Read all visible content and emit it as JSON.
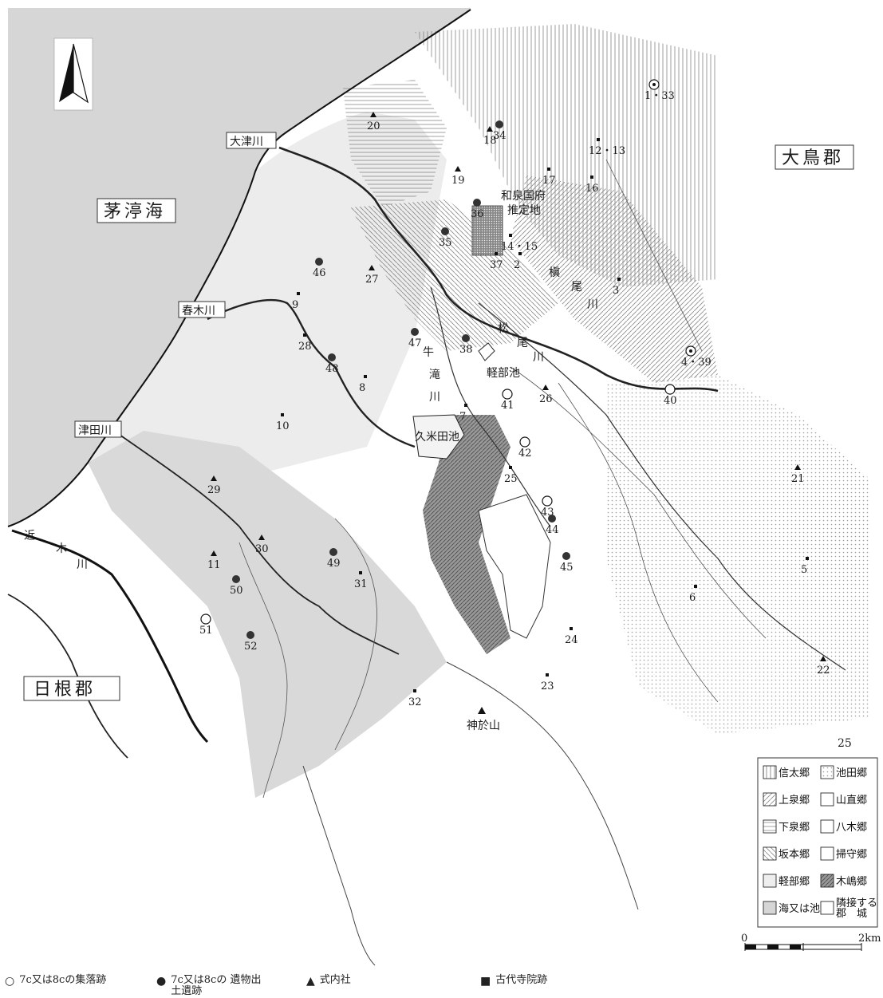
{
  "map": {
    "page_number": "25",
    "region_labels": {
      "sea": "茅渟海",
      "oshima": "大鳥郡",
      "hine": "日根郡"
    },
    "rivers": {
      "otsu": "大津川",
      "haruki": "春木川",
      "tsuda": "津田川",
      "kogi_1": "近",
      "kogi_2": "木",
      "kogi_3": "川",
      "makio_1": "槇",
      "makio_2": "尾",
      "makio_3": "川",
      "matsuo_1": "松",
      "matsuo_2": "尾",
      "matsuo_3": "川",
      "ushitaki_1": "牛",
      "ushitaki_2": "滝",
      "ushitaki_3": "川"
    },
    "places": {
      "kokufu_1": "和泉国府",
      "kokufu_2": "推定地",
      "karube_ike": "軽部池",
      "kumeda_ike": "久米田池",
      "kamioyama": "神於山"
    },
    "sites": [
      {
        "label": "1・33",
        "kind": "temple-circle"
      },
      {
        "label": "2",
        "kind": "dot"
      },
      {
        "label": "3",
        "kind": "dot"
      },
      {
        "label": "4・39",
        "kind": "temple-circle"
      },
      {
        "label": "5",
        "kind": "dot"
      },
      {
        "label": "6",
        "kind": "dot"
      },
      {
        "label": "7",
        "kind": "dot"
      },
      {
        "label": "8",
        "kind": "dot"
      },
      {
        "label": "9",
        "kind": "dot"
      },
      {
        "label": "10",
        "kind": "dot"
      },
      {
        "label": "11",
        "kind": "triangle"
      },
      {
        "label": "12・13",
        "kind": "dot"
      },
      {
        "label": "14・15",
        "kind": "dot"
      },
      {
        "label": "16",
        "kind": "dot"
      },
      {
        "label": "17",
        "kind": "dot"
      },
      {
        "label": "18",
        "kind": "triangle"
      },
      {
        "label": "19",
        "kind": "triangle"
      },
      {
        "label": "20",
        "kind": "triangle"
      },
      {
        "label": "21",
        "kind": "triangle"
      },
      {
        "label": "22",
        "kind": "triangle"
      },
      {
        "label": "23",
        "kind": "dot"
      },
      {
        "label": "24",
        "kind": "dot"
      },
      {
        "label": "25",
        "kind": "dot"
      },
      {
        "label": "26",
        "kind": "triangle"
      },
      {
        "label": "27",
        "kind": "triangle"
      },
      {
        "label": "28",
        "kind": "dot"
      },
      {
        "label": "29",
        "kind": "triangle"
      },
      {
        "label": "30",
        "kind": "triangle"
      },
      {
        "label": "31",
        "kind": "dot"
      },
      {
        "label": "32",
        "kind": "dot"
      },
      {
        "label": "34",
        "kind": "filled"
      },
      {
        "label": "35",
        "kind": "filled"
      },
      {
        "label": "36",
        "kind": "filled"
      },
      {
        "label": "37",
        "kind": "dot"
      },
      {
        "label": "38",
        "kind": "filled"
      },
      {
        "label": "40",
        "kind": "open"
      },
      {
        "label": "41",
        "kind": "open"
      },
      {
        "label": "42",
        "kind": "open"
      },
      {
        "label": "43",
        "kind": "open"
      },
      {
        "label": "44",
        "kind": "filled"
      },
      {
        "label": "45",
        "kind": "filled"
      },
      {
        "label": "46",
        "kind": "filled"
      },
      {
        "label": "47",
        "kind": "filled"
      },
      {
        "label": "48",
        "kind": "filled"
      },
      {
        "label": "49",
        "kind": "filled"
      },
      {
        "label": "50",
        "kind": "filled"
      },
      {
        "label": "51",
        "kind": "open"
      },
      {
        "label": "52",
        "kind": "filled"
      }
    ],
    "legend": [
      {
        "label": "信太郷",
        "pattern": "vertical"
      },
      {
        "label": "池田郷",
        "pattern": "dots"
      },
      {
        "label": "上泉郷",
        "pattern": "diag-right"
      },
      {
        "label": "山直郷",
        "pattern": "blank"
      },
      {
        "label": "下泉郷",
        "pattern": "horizontal"
      },
      {
        "label": "八木郷",
        "pattern": "blank"
      },
      {
        "label": "坂本郷",
        "pattern": "diag-left"
      },
      {
        "label": "掃守郷",
        "pattern": "blank"
      },
      {
        "label": "軽部郷",
        "pattern": "light"
      },
      {
        "label": "木嶋郷",
        "pattern": "dark"
      },
      {
        "label": "海又は池",
        "pattern": "sea"
      },
      {
        "label": "隣接する 郡　城",
        "pattern": "blank"
      }
    ],
    "scale": {
      "start": "0",
      "end": "2km"
    },
    "bottom_legend": [
      {
        "symbol": "○",
        "text": "7c又は8cの集落跡"
      },
      {
        "symbol": "●",
        "text": "7c又は8cの 遺物出土遺跡"
      },
      {
        "symbol": "▲",
        "text": "式内社"
      },
      {
        "symbol": "■",
        "text": "古代寺院跡"
      }
    ],
    "colors": {
      "sea": "#d6d6d6",
      "gray_area": "#d9d9d9",
      "dark": "#8a8a8a",
      "ink": "#1a1a1a"
    }
  }
}
